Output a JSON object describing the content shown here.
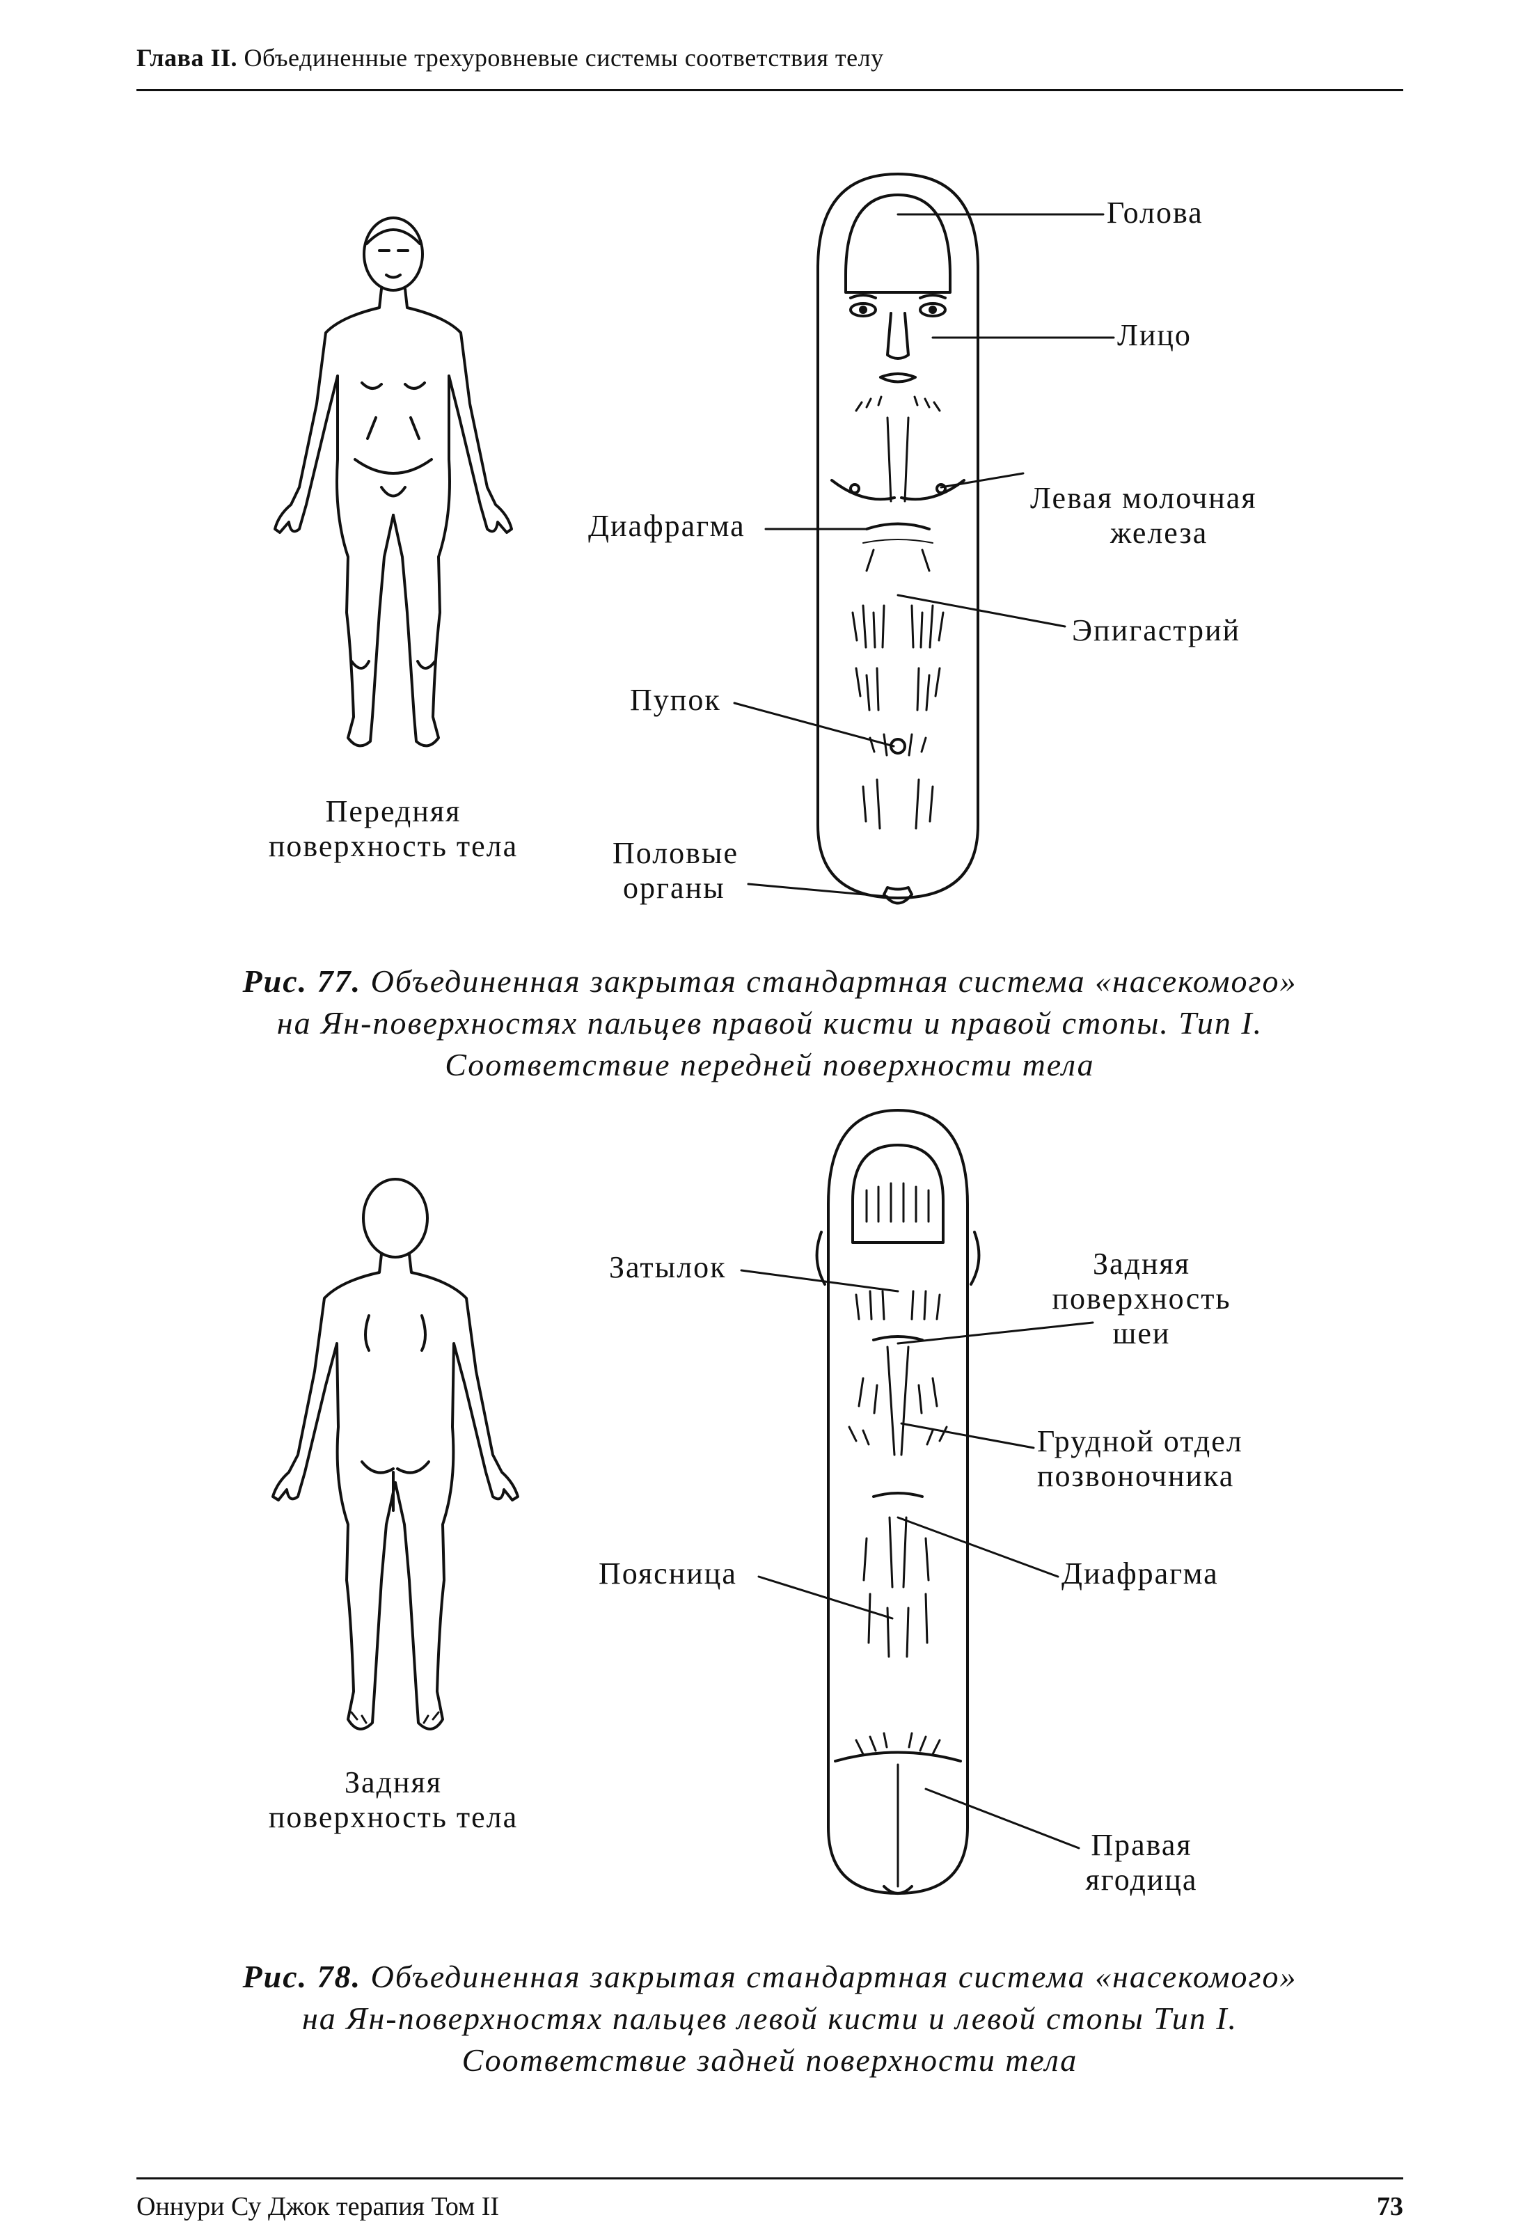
{
  "header": {
    "chapter": "Глава II.",
    "title": "Объединенные трехуровневые системы соответствия телу"
  },
  "figure77": {
    "body_label_line1": "Передняя",
    "body_label_line2": "поверхность тела",
    "labels": {
      "head": "Голова",
      "face": "Лицо",
      "left_breast_line1": "Левая молочная",
      "left_breast_line2": "железа",
      "diaphragm": "Диафрагма",
      "epigastrium": "Эпигастрий",
      "navel": "Пупок",
      "genitals_line1": "Половые",
      "genitals_line2": "органы"
    },
    "caption": {
      "lead": "Рис. 77.",
      "line1": "Объединенная закрытая стандартная система «насекомого»",
      "line2": "на Ян-поверхностях пальцев правой кисти и правой стопы. Тип I.",
      "line3": "Соответствие передней поверхности тела"
    }
  },
  "figure78": {
    "body_label_line1": "Задняя",
    "body_label_line2": "поверхность тела",
    "labels": {
      "occiput": "Затылок",
      "neck_line1": "Задняя",
      "neck_line2": "поверхность",
      "neck_line3": "шеи",
      "thoracic_line1": "Грудной отдел",
      "thoracic_line2": "позвоночника",
      "lower_back": "Поясница",
      "diaphragm": "Диафрагма",
      "buttock_line1": "Правая",
      "buttock_line2": "ягодица"
    },
    "caption": {
      "lead": "Рис. 78.",
      "line1": "Объединенная закрытая стандартная система «насекомого»",
      "line2": "на Ян-поверхностях пальцев левой кисти и левой стопы  Тип I.",
      "line3": "Соответствие задней поверхности тела"
    }
  },
  "footer": {
    "book": "Оннури Су Джок терапия  Том II",
    "page_number": "73"
  }
}
